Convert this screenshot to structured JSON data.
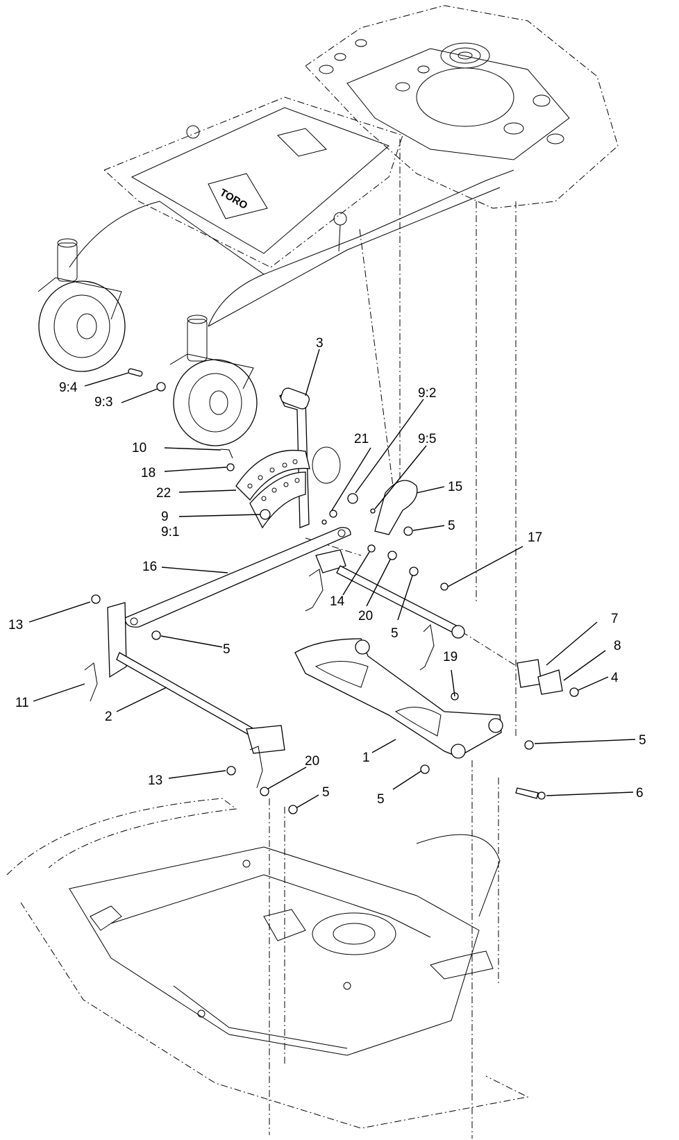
{
  "callouts": [
    {
      "id": "c1",
      "text": "1"
    },
    {
      "id": "c2",
      "text": "2"
    },
    {
      "id": "c3",
      "text": "3"
    },
    {
      "id": "c4",
      "text": "4"
    },
    {
      "id": "c5a",
      "text": "5"
    },
    {
      "id": "c5b",
      "text": "5"
    },
    {
      "id": "c5c",
      "text": "5"
    },
    {
      "id": "c5d",
      "text": "5"
    },
    {
      "id": "c5e",
      "text": "5"
    },
    {
      "id": "c5f",
      "text": "5"
    },
    {
      "id": "c6",
      "text": "6"
    },
    {
      "id": "c7",
      "text": "7"
    },
    {
      "id": "c8",
      "text": "8"
    },
    {
      "id": "c9",
      "text": "9"
    },
    {
      "id": "c91",
      "text": "9:1"
    },
    {
      "id": "c92",
      "text": "9:2"
    },
    {
      "id": "c93",
      "text": "9:3"
    },
    {
      "id": "c94",
      "text": "9:4"
    },
    {
      "id": "c95",
      "text": "9:5"
    },
    {
      "id": "c10",
      "text": "10"
    },
    {
      "id": "c11",
      "text": "11"
    },
    {
      "id": "c13a",
      "text": "13"
    },
    {
      "id": "c13b",
      "text": "13"
    },
    {
      "id": "c14",
      "text": "14"
    },
    {
      "id": "c15",
      "text": "15"
    },
    {
      "id": "c16",
      "text": "16"
    },
    {
      "id": "c17",
      "text": "17"
    },
    {
      "id": "c18",
      "text": "18"
    },
    {
      "id": "c19",
      "text": "19"
    },
    {
      "id": "c20a",
      "text": "20"
    },
    {
      "id": "c20b",
      "text": "20"
    },
    {
      "id": "c21",
      "text": "21"
    },
    {
      "id": "c22",
      "text": "22"
    }
  ],
  "decal_text": "TORO"
}
